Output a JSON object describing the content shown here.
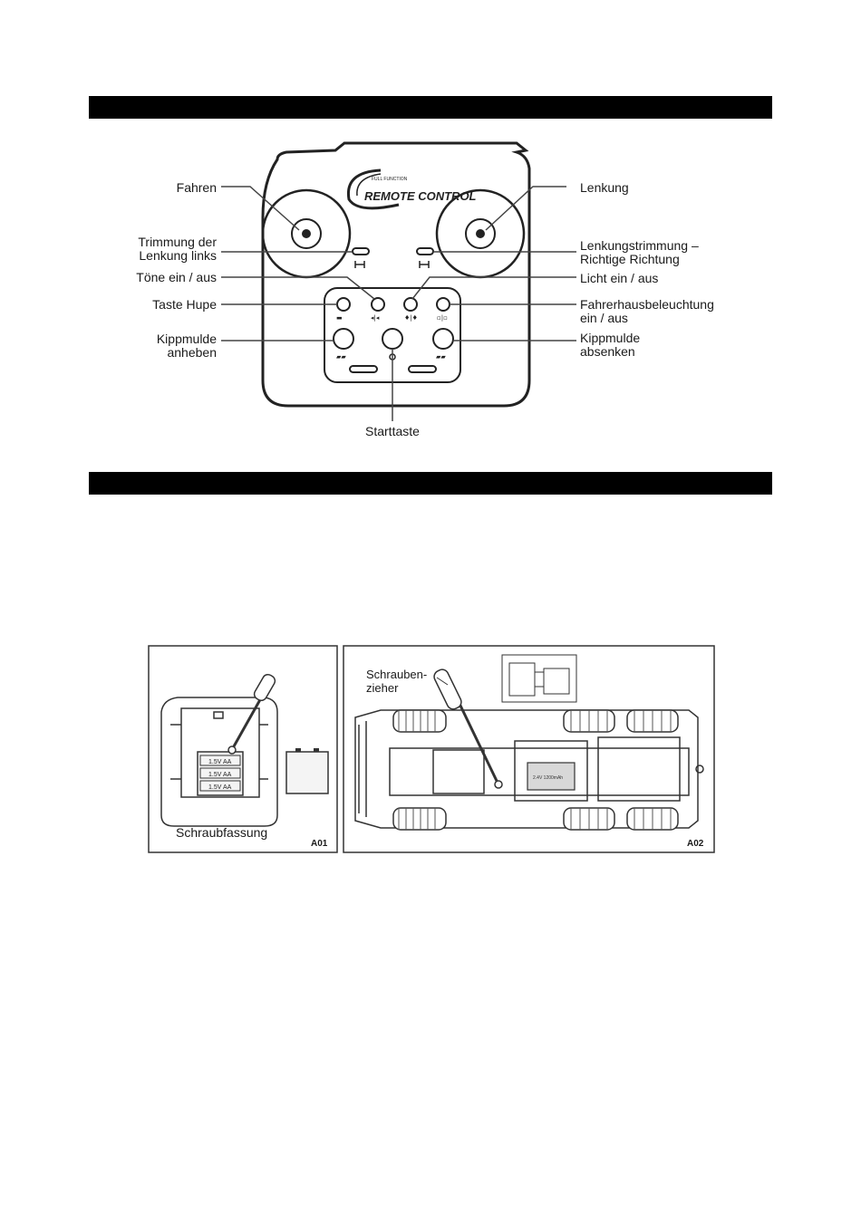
{
  "remote": {
    "logo_small": "FULL FUNCTION",
    "logo_main": "REMOTE CONTROL",
    "labels": {
      "fahren": "Fahren",
      "lenkung": "Lenkung",
      "trim_left": "Trimmung der\nLenkung links",
      "trim_right": "Lenkungstrimmung –\nRichtige Richtung",
      "toene": "Töne ein / aus",
      "licht": "Licht ein / aus",
      "hupe": "Taste Hupe",
      "cab_light": "Fahrerhausbeleuchtung\nein / aus",
      "raise": "Kippmulde\nanheben",
      "lower": "Kippmulde\nabsenken",
      "start": "Starttaste"
    }
  },
  "figures": {
    "a01": {
      "caption": "Schraubfassung",
      "tag": "A01",
      "batteries": [
        "1.5V AA",
        "1.5V AA",
        "1.5V AA"
      ]
    },
    "a02": {
      "caption": "Schrauben-\nzieher",
      "tag": "A02",
      "battery": "2.4V 1200mAh"
    }
  }
}
